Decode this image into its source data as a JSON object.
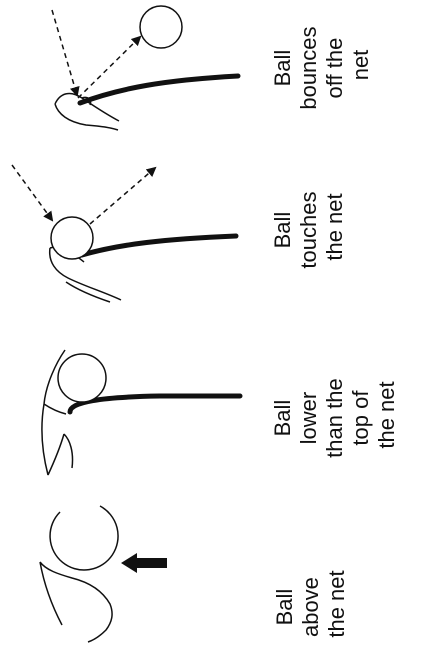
{
  "panels": [
    {
      "id": "bounces",
      "label_lines": [
        "Ball",
        "bounces",
        "off the",
        "net"
      ]
    },
    {
      "id": "touches",
      "label_lines": [
        "Ball",
        "touches",
        "the net"
      ]
    },
    {
      "id": "lower",
      "label_lines": [
        "Ball",
        "lower",
        "than the",
        "top of",
        "the net"
      ]
    },
    {
      "id": "above",
      "label_lines": [
        "Ball",
        "above",
        "the net"
      ]
    }
  ],
  "colors": {
    "ink": "#111111",
    "background": "#ffffff"
  }
}
